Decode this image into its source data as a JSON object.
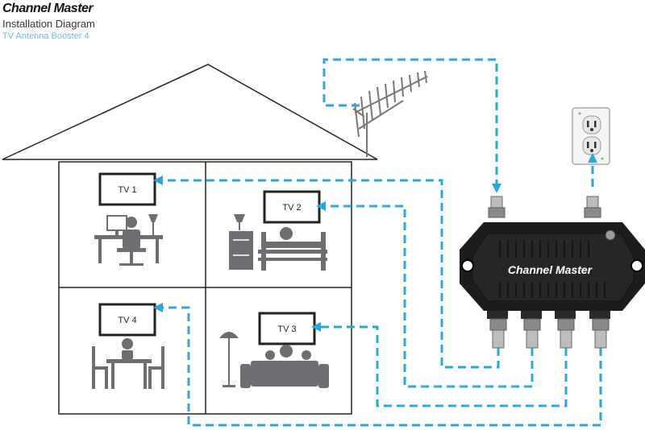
{
  "header": {
    "brand": "Channel Master",
    "title": "Installation Diagram",
    "subtitle": "TV Antenna Booster 4"
  },
  "rooms": [
    {
      "tv_label": "TV 1"
    },
    {
      "tv_label": "TV 2"
    },
    {
      "tv_label": "TV 3"
    },
    {
      "tv_label": "TV 4"
    }
  ],
  "device": {
    "logo": "Channel Master"
  },
  "colors": {
    "cable": "#27a8e0",
    "subtitle": "#6fb9d8",
    "furniture": "#6d6e71",
    "device_body": "#1c1c1c"
  }
}
